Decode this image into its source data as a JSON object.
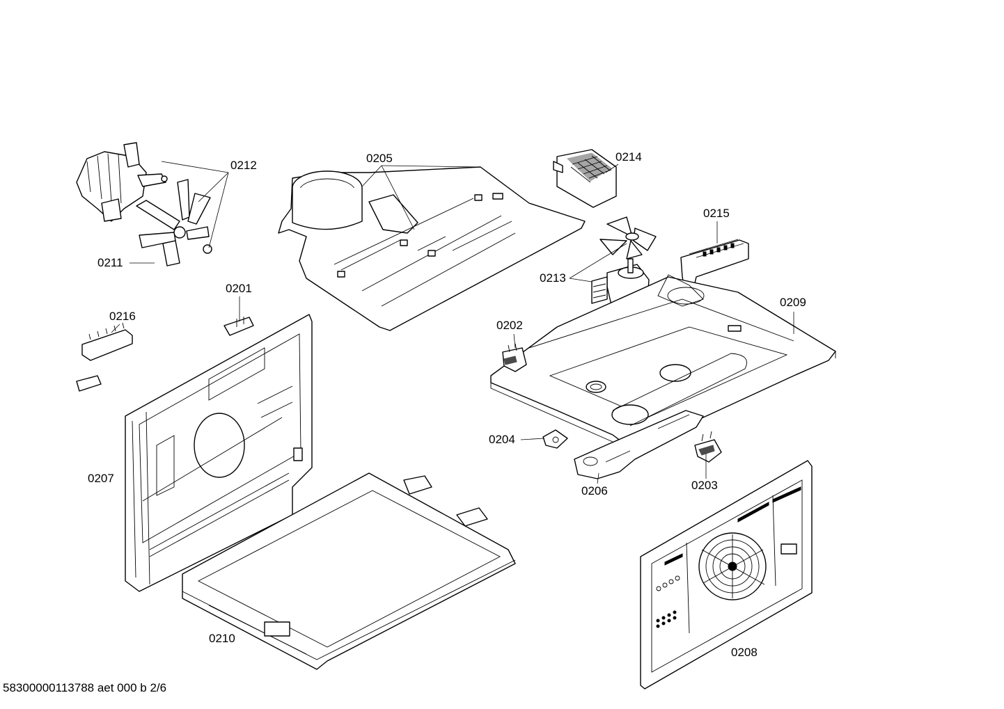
{
  "parts": [
    {
      "id": "0201",
      "label": "0201"
    },
    {
      "id": "0202",
      "label": "0202"
    },
    {
      "id": "0203",
      "label": "0203"
    },
    {
      "id": "0204",
      "label": "0204"
    },
    {
      "id": "0205",
      "label": "0205"
    },
    {
      "id": "0206",
      "label": "0206"
    },
    {
      "id": "0207",
      "label": "0207"
    },
    {
      "id": "0208",
      "label": "0208"
    },
    {
      "id": "0209",
      "label": "0209"
    },
    {
      "id": "0210",
      "label": "0210"
    },
    {
      "id": "0211",
      "label": "0211"
    },
    {
      "id": "0212",
      "label": "0212"
    },
    {
      "id": "0213",
      "label": "0213"
    },
    {
      "id": "0214",
      "label": "0214"
    },
    {
      "id": "0215",
      "label": "0215"
    },
    {
      "id": "0216",
      "label": "0216"
    }
  ],
  "footer": {
    "text": "58300000113788 aet 000 b 2/6"
  }
}
